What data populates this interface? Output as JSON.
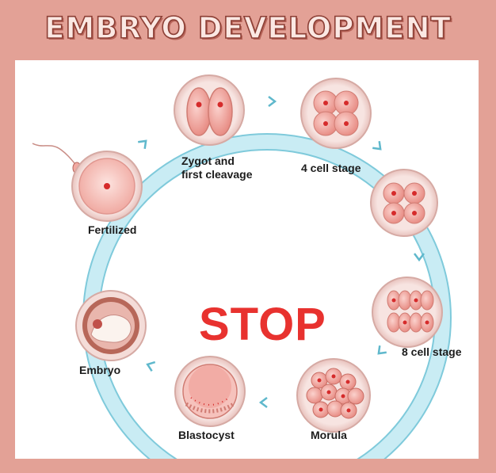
{
  "title": "EMBRYO DEVELOPMENT",
  "watermark": "STOP",
  "stages": {
    "zygote": {
      "line1": "Zygot and",
      "line2": "first cleavage"
    },
    "four_cell": "4 cell stage",
    "fertilized": "Fertilized",
    "eight_cell": "8 cell stage",
    "embryo": "Embryo",
    "blastocyst": "Blastocyst",
    "morula": "Morula"
  },
  "colors": {
    "frame": "#e3a196",
    "ring": "#bde6f0",
    "ring_edge": "#7fcadb",
    "cell": "#f4b7b0",
    "cell_dark": "#d9726a",
    "nucleus": "#d62b2b",
    "stop": "#e8322f"
  }
}
